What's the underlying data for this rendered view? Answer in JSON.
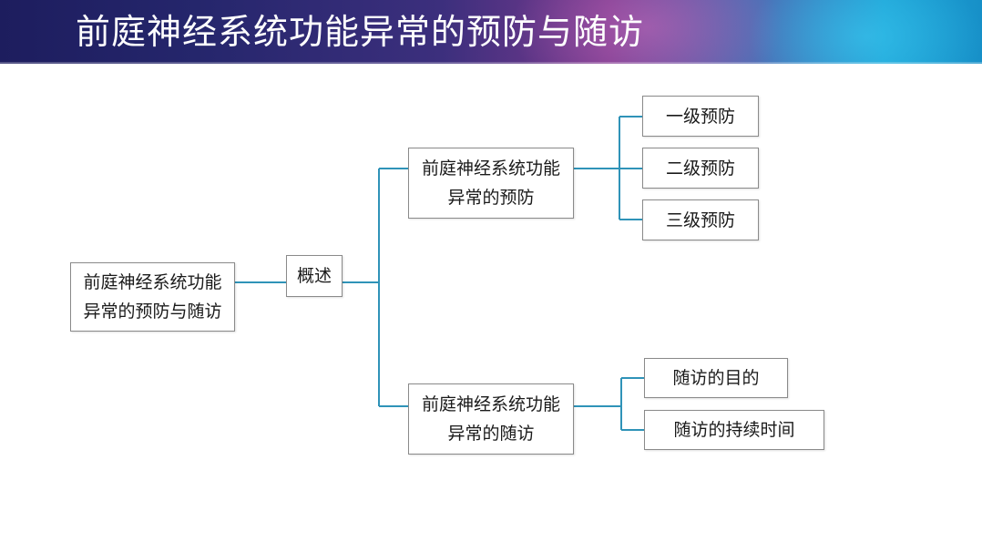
{
  "slide": {
    "title": "前庭神经系统功能异常的预防与随访"
  },
  "diagram": {
    "root": {
      "line1": "前庭神经系统功能",
      "line2": "异常的预防与随访"
    },
    "overview": "概述",
    "branches": [
      {
        "line1": "前庭神经系统功能",
        "line2": "异常的预防",
        "children": [
          "一级预防",
          "二级预防",
          "三级预防"
        ]
      },
      {
        "line1": "前庭神经系统功能",
        "line2": "异常的随访",
        "children": [
          "随访的目的",
          "随访的持续时间"
        ]
      }
    ],
    "colors": {
      "connector": "#2f93b8",
      "box_border": "#8a8a8a"
    }
  }
}
